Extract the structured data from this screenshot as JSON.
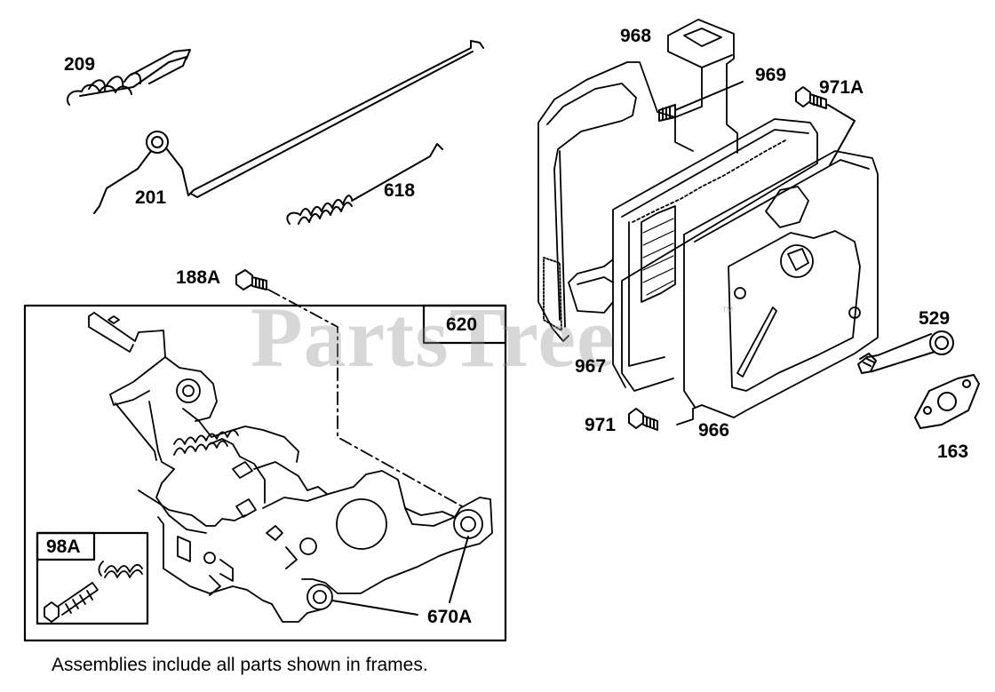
{
  "watermark": "PartsTree",
  "trademark": "™",
  "caption": "Assemblies include all parts shown in frames.",
  "frames": {
    "main": "620",
    "sub": "98A"
  },
  "callouts": {
    "p209": "209",
    "p201": "201",
    "p618": "618",
    "p188A": "188A",
    "p670A": "670A",
    "p968": "968",
    "p969": "969",
    "p971A": "971A",
    "p967": "967",
    "p971": "971",
    "p966": "966",
    "p529": "529",
    "p163": "163"
  },
  "colors": {
    "line": "#000000",
    "watermark": "#969696",
    "background": "#ffffff"
  }
}
